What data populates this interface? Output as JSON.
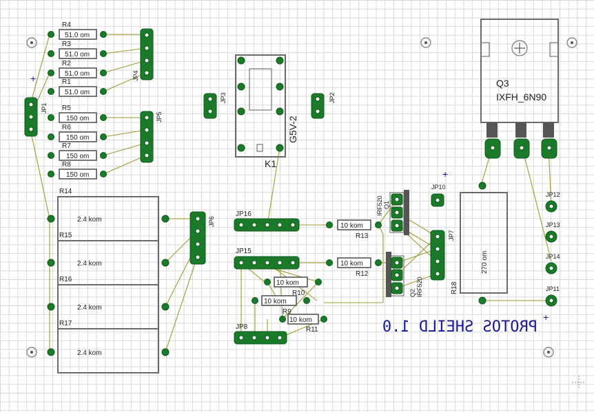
{
  "board_title": "PROTOS SHEILD 1.0",
  "relay": {
    "name": "K1",
    "value": "G5V-2"
  },
  "mosfet_big": {
    "name": "Q3",
    "value": "IXFH_6N90"
  },
  "mosfet_small": [
    {
      "name": "Q1",
      "value": "IRF520"
    },
    {
      "name": "Q2",
      "value": "IRF520"
    }
  ],
  "resistors_small": [
    {
      "name": "R4",
      "value": "51.0 om"
    },
    {
      "name": "R3",
      "value": "51.0 om"
    },
    {
      "name": "R2",
      "value": "51.0 om"
    },
    {
      "name": "R1",
      "value": "51.0 om"
    },
    {
      "name": "R5",
      "value": "150 om"
    },
    {
      "name": "R6",
      "value": "150 om"
    },
    {
      "name": "R7",
      "value": "150 om"
    },
    {
      "name": "R8",
      "value": "150 om"
    }
  ],
  "resistors_power": [
    {
      "name": "R14",
      "value": "2.4 kom"
    },
    {
      "name": "R15",
      "value": "2.4 kom"
    },
    {
      "name": "R16",
      "value": "2.4 kom"
    },
    {
      "name": "R17",
      "value": "2.4 kom"
    }
  ],
  "resistors_gate": [
    {
      "name": "R13",
      "value": "10 kom"
    },
    {
      "name": "R12",
      "value": "10 kom"
    },
    {
      "name": "R10",
      "value": "10 kom"
    },
    {
      "name": "R9",
      "value": "10 kom"
    },
    {
      "name": "R11",
      "value": "10 kom"
    }
  ],
  "resistor_load": {
    "name": "R18",
    "value": "270 om"
  },
  "jumpers": [
    "JP1",
    "JP2",
    "JP3",
    "JP4",
    "JP5",
    "JP6",
    "JP7",
    "JP8",
    "JP10",
    "JP11",
    "JP12",
    "JP13",
    "JP14",
    "JP15",
    "JP16"
  ],
  "icons": [
    "mounting-hole-icon",
    "plus-marker-icon",
    "fiducial-cross-icon"
  ]
}
